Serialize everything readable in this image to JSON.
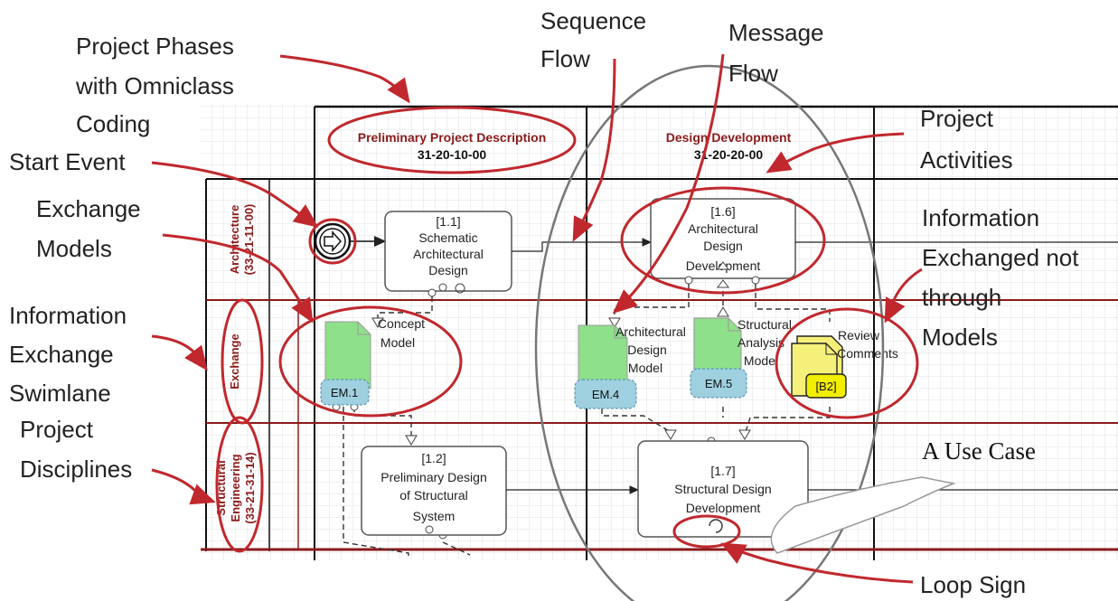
{
  "callouts": {
    "project_phases": [
      "Project Phases",
      "with Omniclass",
      "Coding"
    ],
    "sequence_flow": [
      "Sequence",
      "Flow"
    ],
    "message_flow": [
      "Message",
      "Flow"
    ],
    "project_activities": [
      "Project",
      "Activities"
    ],
    "start_event": "Start Event",
    "exchange_models": [
      "Exchange",
      "Models"
    ],
    "information_exchanged_not_through_models": [
      "Information",
      "Exchanged not",
      "through",
      "Models"
    ],
    "information_exchange_swimlane": [
      "Information",
      "Exchange",
      "Swimlane"
    ],
    "project_disciplines": [
      "Project",
      "Disciplines"
    ],
    "a_use_case": "A Use Case",
    "loop_sign": "Loop Sign"
  },
  "phases": [
    {
      "title": "Preliminary Project Description",
      "code": "31-20-10-00"
    },
    {
      "title": "Design Development",
      "code": "31-20-20-00"
    }
  ],
  "lanes": {
    "architecture": [
      "Architecture",
      "(33-21-11-00)"
    ],
    "exchange": "Exchange",
    "structural": [
      "Structural",
      "Engineering",
      "(33-21-31-14)"
    ]
  },
  "tasks": {
    "t11": [
      "[1.1]",
      "Schematic",
      "Architectural",
      "Design"
    ],
    "t16": [
      "[1.6]",
      "Architectural",
      "Design",
      "Development"
    ],
    "t12": [
      "[1.2]",
      "Preliminary Design",
      "of Structural",
      "System"
    ],
    "t17": [
      "[1.7]",
      "Structural Design",
      "Development"
    ]
  },
  "artifacts": {
    "concept_model": [
      "Concept",
      "Model"
    ],
    "em1": "EM.1",
    "arch_design_model": [
      "Architectural",
      "Design",
      "Model"
    ],
    "em4": "EM.4",
    "struct_analysis_model": [
      "Structural",
      "Analysis",
      "Model"
    ],
    "em5": "EM.5",
    "review_comments": [
      "Review",
      "Comments"
    ],
    "b2": "[B2]"
  },
  "colors": {
    "annotation_red": "#c0282d",
    "model_green": "#8fe08a",
    "model_tag_blue": "#9fd0e0",
    "comment_yellow": "#f5f07a",
    "tag_yellow": "#f2ee00",
    "lane_line": "#8b1a1a"
  }
}
